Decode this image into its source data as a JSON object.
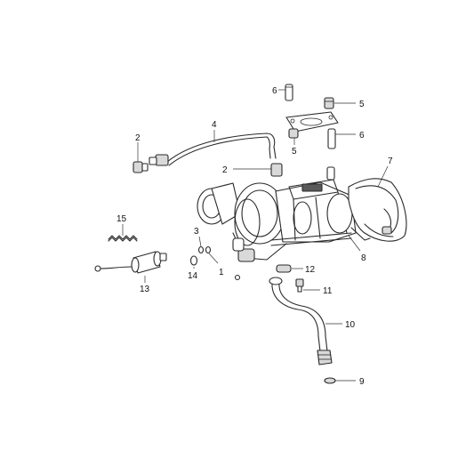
{
  "diagram": {
    "callouts": {
      "c1": "1",
      "c2a": "2",
      "c2b": "2",
      "c3": "3",
      "c4": "4",
      "c5a": "5",
      "c5b": "5",
      "c6a": "6",
      "c6b": "6",
      "c7": "7",
      "c8": "8",
      "c9": "9",
      "c10": "10",
      "c11": "11",
      "c12": "12",
      "c13": "13",
      "c14": "14",
      "c15": "15"
    }
  }
}
